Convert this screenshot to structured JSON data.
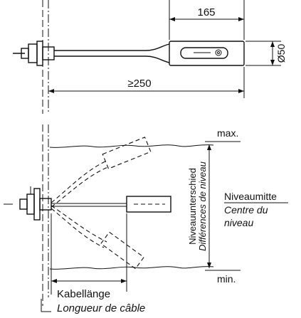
{
  "top_view": {
    "dim_length": "165",
    "dim_diameter": "Ø50",
    "dim_cable_min": "≥250"
  },
  "bottom_view": {
    "level_max": "max.",
    "level_min": "min.",
    "level_diff_de": "Niveauunterschied",
    "level_diff_fr": "Différences de niveau",
    "level_center_de": "Niveaumitte",
    "level_center_fr_line1": "Centre du",
    "level_center_fr_line2": "niveau",
    "cable_length_de": "Kabellänge",
    "cable_length_fr": "Longueur de câble"
  }
}
